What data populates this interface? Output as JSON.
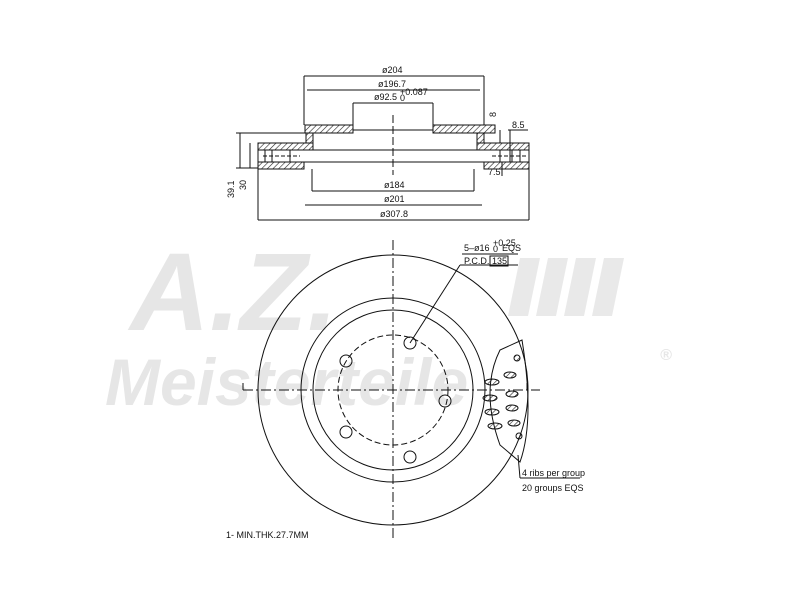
{
  "watermark": {
    "logo": "A.Z.",
    "brand": "Meisterteile",
    "registered": "®"
  },
  "section_view": {
    "dimensions": {
      "d_outer_hat": "ø204",
      "d_hat_inner": "ø196.7",
      "d_center_bore": "ø92.5",
      "center_bore_tol_upper": "+0.087",
      "center_bore_tol_lower": "0",
      "hat_thickness": "8",
      "hole_pitch": "8.5",
      "friction_ring_thickness": "7.5",
      "d_ring_inner": "ø184",
      "d_hat_base": "ø201",
      "d_outer": "ø307.8",
      "total_height": "39.1",
      "disc_thickness": "30"
    }
  },
  "front_view": {
    "bolt_holes": "5–ø16",
    "bolt_hole_tol_upper": "+0.25",
    "bolt_hole_tol_lower": "0",
    "bolt_holes_suffix": "EQS",
    "pcd_label": "P.C.D.",
    "pcd_value": "135",
    "ribs_note": "4 ribs per group",
    "groups_note": "20 groups EQS"
  },
  "footer_note": "1- MIN.THK.27.7MM"
}
